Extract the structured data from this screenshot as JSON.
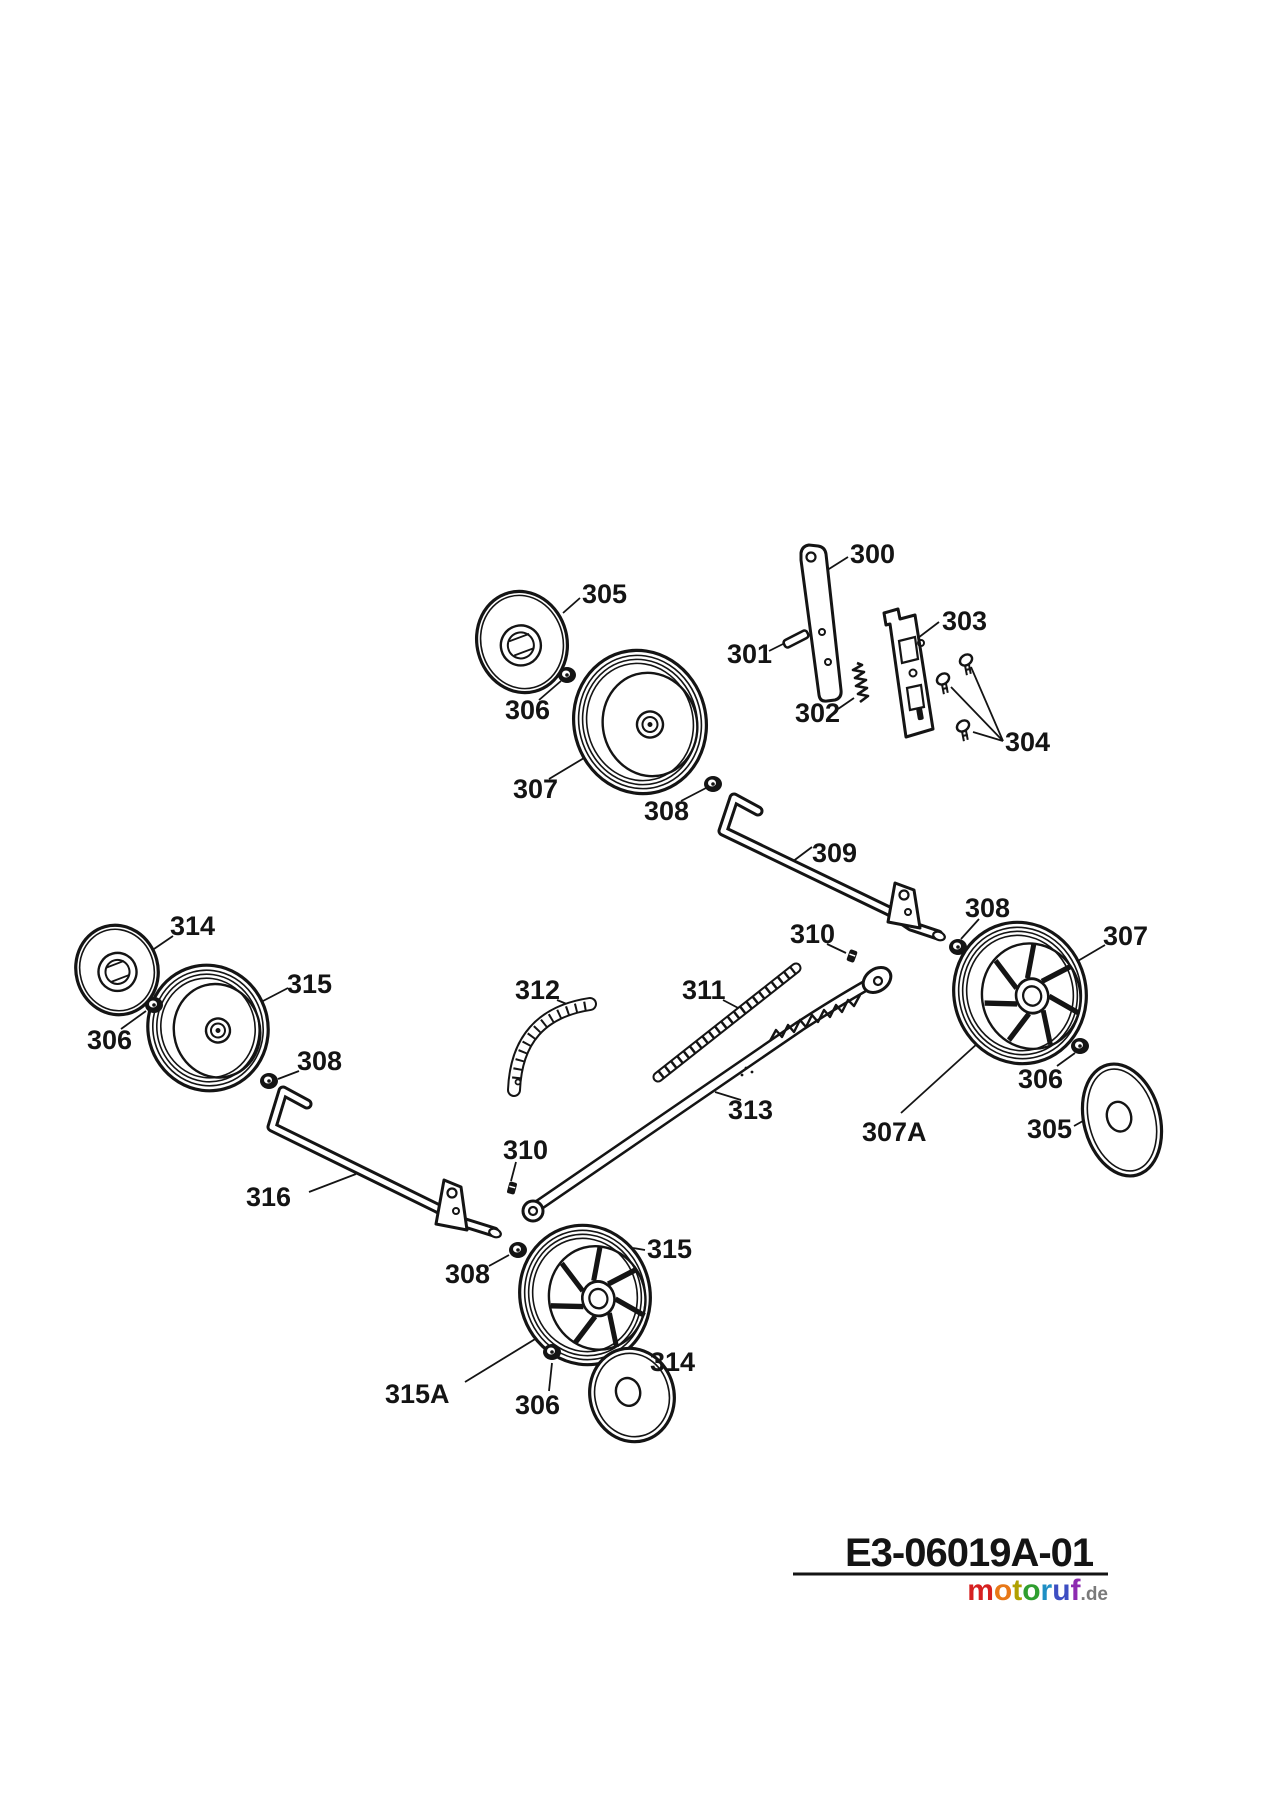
{
  "page": {
    "background": "#ffffff",
    "line_color": "#141414"
  },
  "parts": {
    "p300": "300",
    "p301": "301",
    "p302": "302",
    "p303": "303",
    "p304": "304",
    "p305": "305",
    "p306": "306",
    "p307": "307",
    "p307A": "307A",
    "p308": "308",
    "p309": "309",
    "p310": "310",
    "p311": "311",
    "p312": "312",
    "p313": "313",
    "p314": "314",
    "p315": "315",
    "p315A": "315A",
    "p316": "316"
  },
  "footer": {
    "drawing_number": "E3-06019A-01",
    "logo": {
      "letters": [
        {
          "char": "m",
          "style": "color:#d62020"
        },
        {
          "char": "o",
          "style": "color:#e87818"
        },
        {
          "char": "t",
          "style": "color:#b0a000"
        },
        {
          "char": "o",
          "style": "color:#2f9e2f"
        },
        {
          "char": "r",
          "style": "color:#1f8fc4"
        },
        {
          "char": "u",
          "style": "color:#3d4ec2"
        },
        {
          "char": "f",
          "style": "color:#8d2bb0"
        }
      ],
      "suffix": ".de"
    }
  }
}
